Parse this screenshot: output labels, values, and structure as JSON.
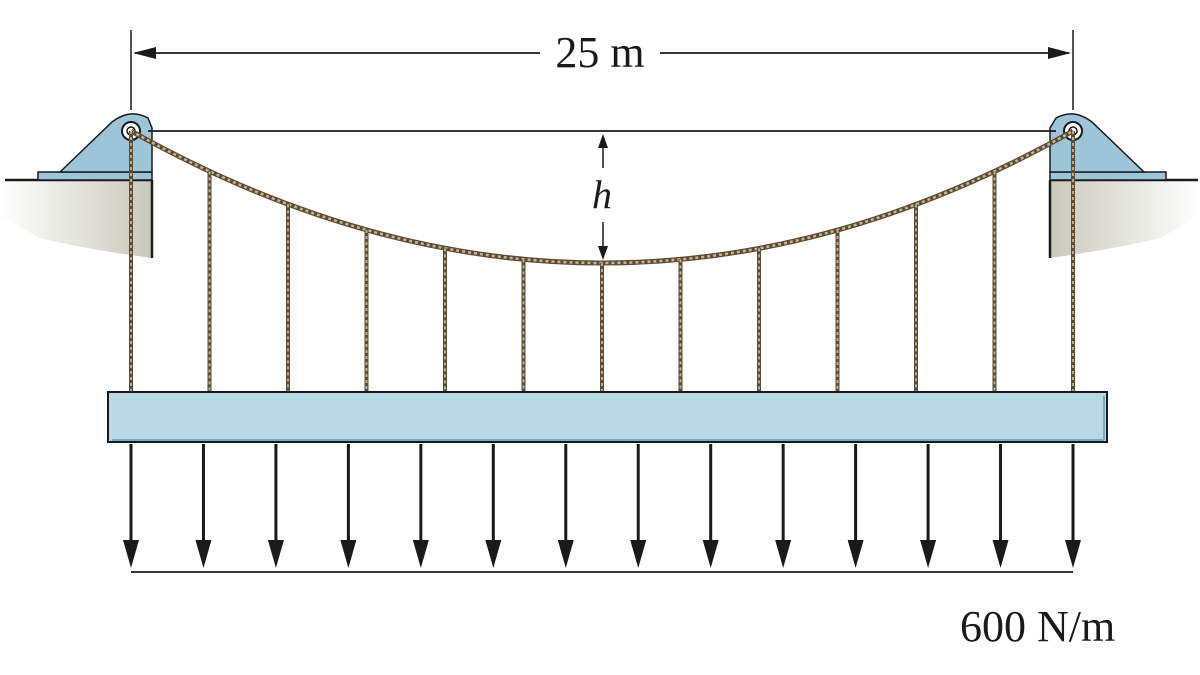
{
  "dimensions": {
    "span_label": "25 m",
    "sag_label": "h",
    "load_label": "600 N/m"
  },
  "colors": {
    "support_fill": "#9cc6d8",
    "deck_fill": "#b9d8e6",
    "ground_shade": "#c9c8bb",
    "cable": "#8a7a5f",
    "ink": "#1a1a1a"
  },
  "load": {
    "arrow_count": 14
  },
  "hangers": {
    "count": 11
  }
}
